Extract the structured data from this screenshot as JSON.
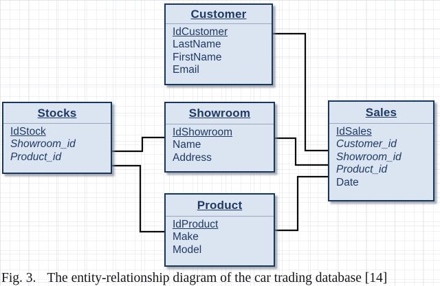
{
  "figure": {
    "caption_label": "Fig. 3.",
    "caption_text": "The entity-relationship diagram of the car trading database [14]"
  },
  "colors": {
    "entity_fill": "#dbe5f1",
    "entity_border": "#17365d",
    "entity_text": "#1f3864",
    "connector": "#0a0a0a",
    "shadow": "#7d828e",
    "grid_line": "#dee2ec"
  },
  "diagram": {
    "entities": [
      {
        "title": "Customer",
        "fields": [
          {
            "name": "IdCustomer",
            "role": "primary-key"
          },
          {
            "name": "LastName",
            "role": "attribute"
          },
          {
            "name": "FirstName",
            "role": "attribute"
          },
          {
            "name": "Email",
            "role": "attribute"
          }
        ]
      },
      {
        "title": "Stocks",
        "fields": [
          {
            "name": "IdStock",
            "role": "primary-key"
          },
          {
            "name": "Showroom_id",
            "role": "foreign-key"
          },
          {
            "name": "Product_id",
            "role": "foreign-key"
          }
        ]
      },
      {
        "title": "Showroom",
        "fields": [
          {
            "name": "IdShowroom",
            "role": "primary-key"
          },
          {
            "name": "Name",
            "role": "attribute"
          },
          {
            "name": "Address",
            "role": "attribute"
          }
        ]
      },
      {
        "title": "Product",
        "fields": [
          {
            "name": "IdProduct",
            "role": "primary-key"
          },
          {
            "name": "Make",
            "role": "attribute"
          },
          {
            "name": "Model",
            "role": "attribute"
          }
        ]
      },
      {
        "title": "Sales",
        "fields": [
          {
            "name": "IdSales",
            "role": "primary-key"
          },
          {
            "name": "Customer_id",
            "role": "foreign-key"
          },
          {
            "name": "Showroom_id",
            "role": "foreign-key"
          },
          {
            "name": "Product_id",
            "role": "foreign-key"
          },
          {
            "name": "Date",
            "role": "attribute"
          }
        ]
      }
    ],
    "relationships": [
      {
        "from": "Customer",
        "to": "Sales"
      },
      {
        "from": "Showroom",
        "to": "Sales"
      },
      {
        "from": "Product",
        "to": "Sales"
      },
      {
        "from": "Stocks",
        "to": "Showroom"
      },
      {
        "from": "Stocks",
        "to": "Product"
      }
    ]
  }
}
